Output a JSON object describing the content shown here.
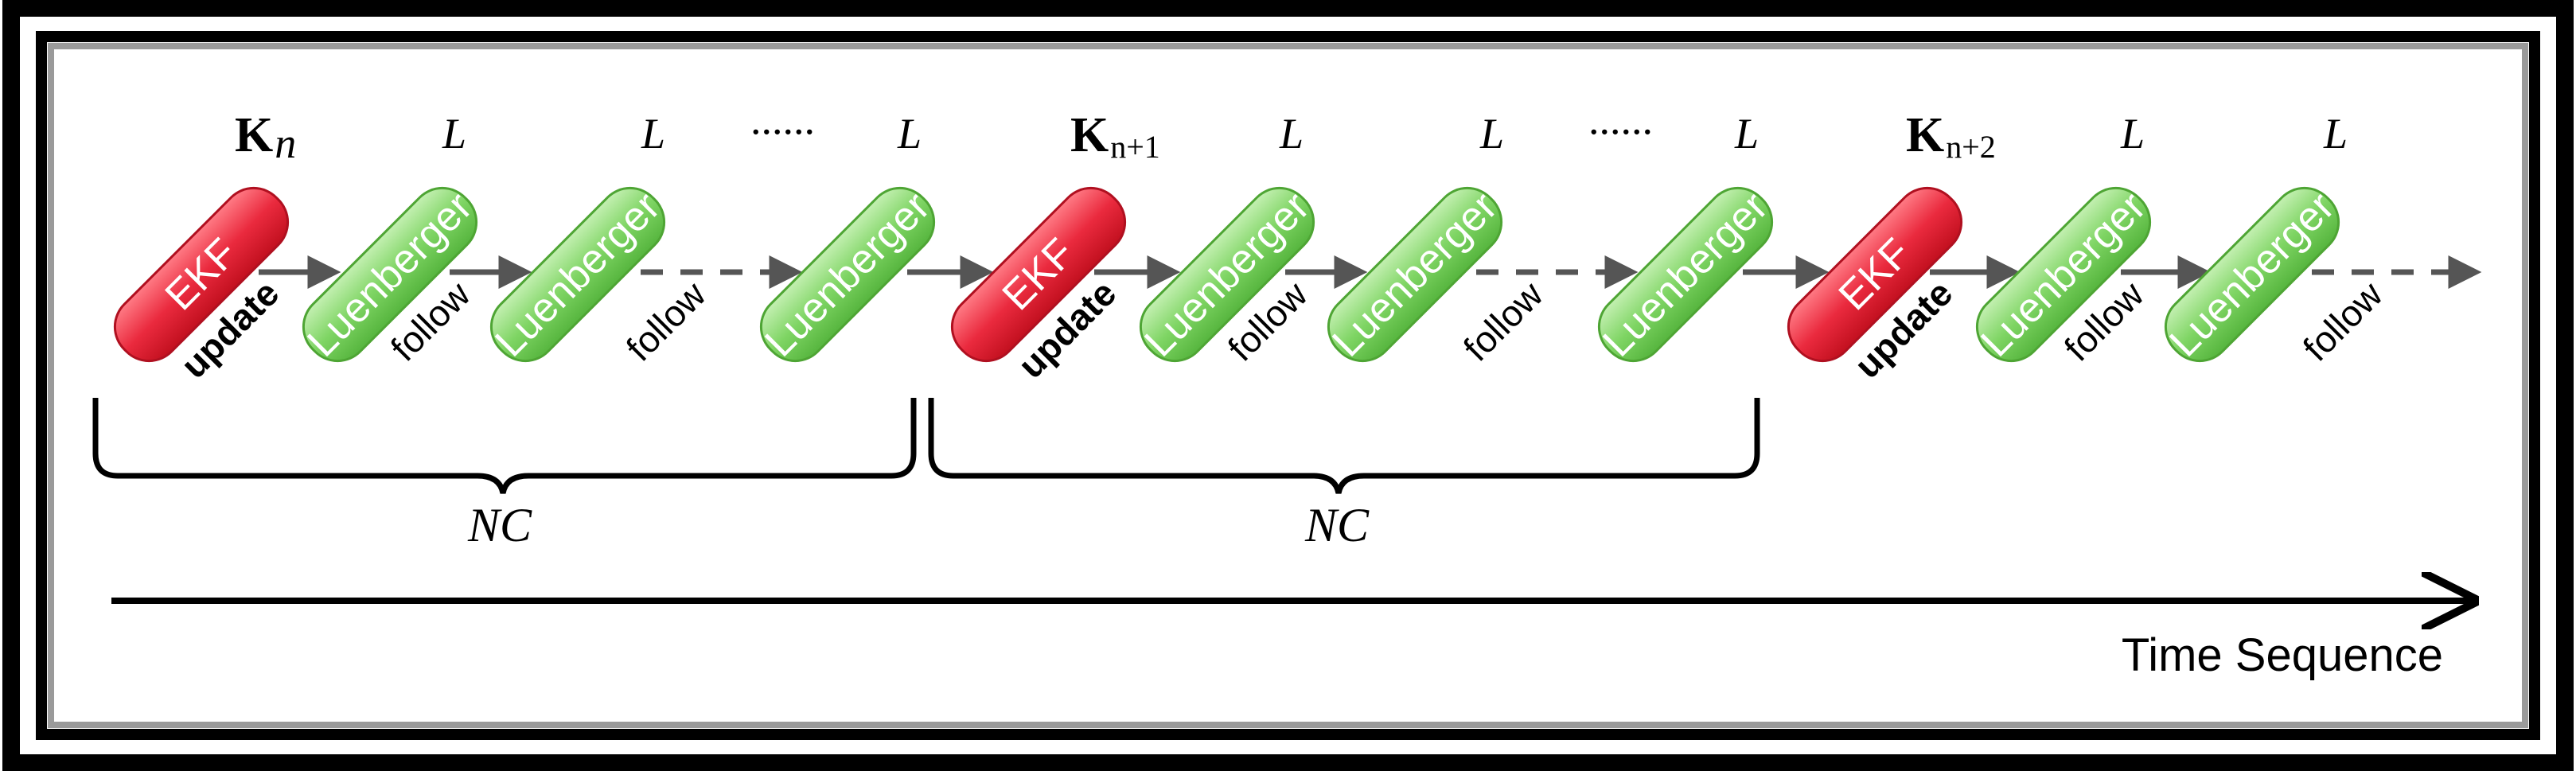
{
  "labels": {
    "ekf": "EKF",
    "luenberger": "Luenberger",
    "update": "update",
    "follow": "follow",
    "L": "L",
    "dots": "......",
    "nc": "NC",
    "time_sequence": "Time Sequence"
  },
  "gains": [
    {
      "symbol": "K",
      "subscript": "n"
    },
    {
      "symbol": "K",
      "subscript": "n+1"
    },
    {
      "symbol": "K",
      "subscript": "n+2"
    }
  ],
  "colors": {
    "ekf_fill": "#e8283c",
    "luenberger_fill": "#6fcc55",
    "arrow": "#555555",
    "frame": "#000000"
  },
  "icons": {
    "flow_arrow": "arrow-right-icon",
    "time_arrow": "long-arrow-right-icon",
    "group_brace": "curly-brace-icon"
  }
}
